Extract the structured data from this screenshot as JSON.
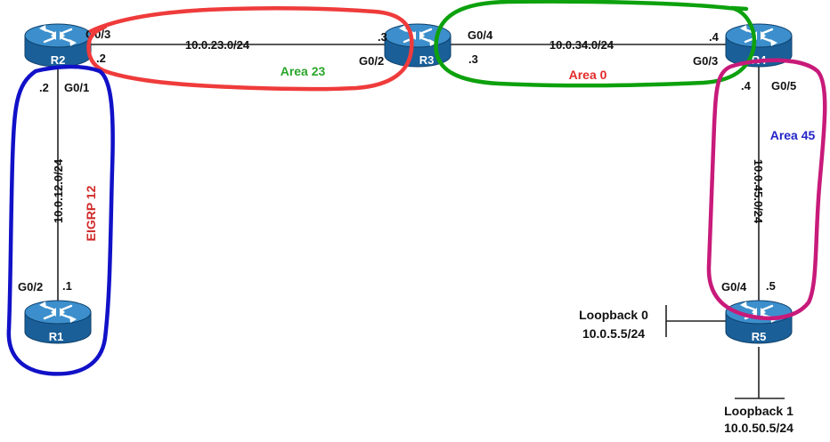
{
  "colors": {
    "router_fill": "#1f6aa6",
    "router_body": "#1a5f98",
    "router_top": "#3c8fcc",
    "link": "#222222",
    "area23_outline": "#ef3b3b",
    "area0_outline": "#0da10d",
    "eigrp_outline": "#1111c8",
    "area45_outline": "#c81a7a",
    "area23_text": "#2aa52a",
    "area0_text": "#e32a2a",
    "eigrp_text": "#d12a2a",
    "area45_text": "#2323c8"
  },
  "routers": {
    "r1": "R1",
    "r2": "R2",
    "r3": "R3",
    "r4": "R4",
    "r5": "R5"
  },
  "links": {
    "r2_r3": {
      "subnet": "10.0.23.0/24",
      "r2_if": "G0/3",
      "r2_host": ".2",
      "r3_if": "G0/2",
      "r3_host": ".3"
    },
    "r3_r4": {
      "subnet": "10.0.34.0/24",
      "r3_if": "G0/4",
      "r3_host": ".3",
      "r4_if": "G0/3",
      "r4_host": ".4"
    },
    "r1_r2": {
      "subnet": "10.0.12.0/24",
      "r2_if": "G0/1",
      "r2_host": ".2",
      "r1_if": "G0/2",
      "r1_host": ".1"
    },
    "r4_r5": {
      "subnet": "10.0.45.0/24",
      "r4_if": "G0/5",
      "r4_host": ".4",
      "r5_if": "G0/4",
      "r5_host": ".5"
    }
  },
  "areas": {
    "area23": "Area 23",
    "area0": "Area 0",
    "eigrp12": "EIGRP 12",
    "area45": "Area 45"
  },
  "loopbacks": {
    "lo0": {
      "name": "Loopback 0",
      "address": "10.0.5.5/24"
    },
    "lo1": {
      "name": "Loopback 1",
      "address": "10.0.50.5/24"
    }
  }
}
